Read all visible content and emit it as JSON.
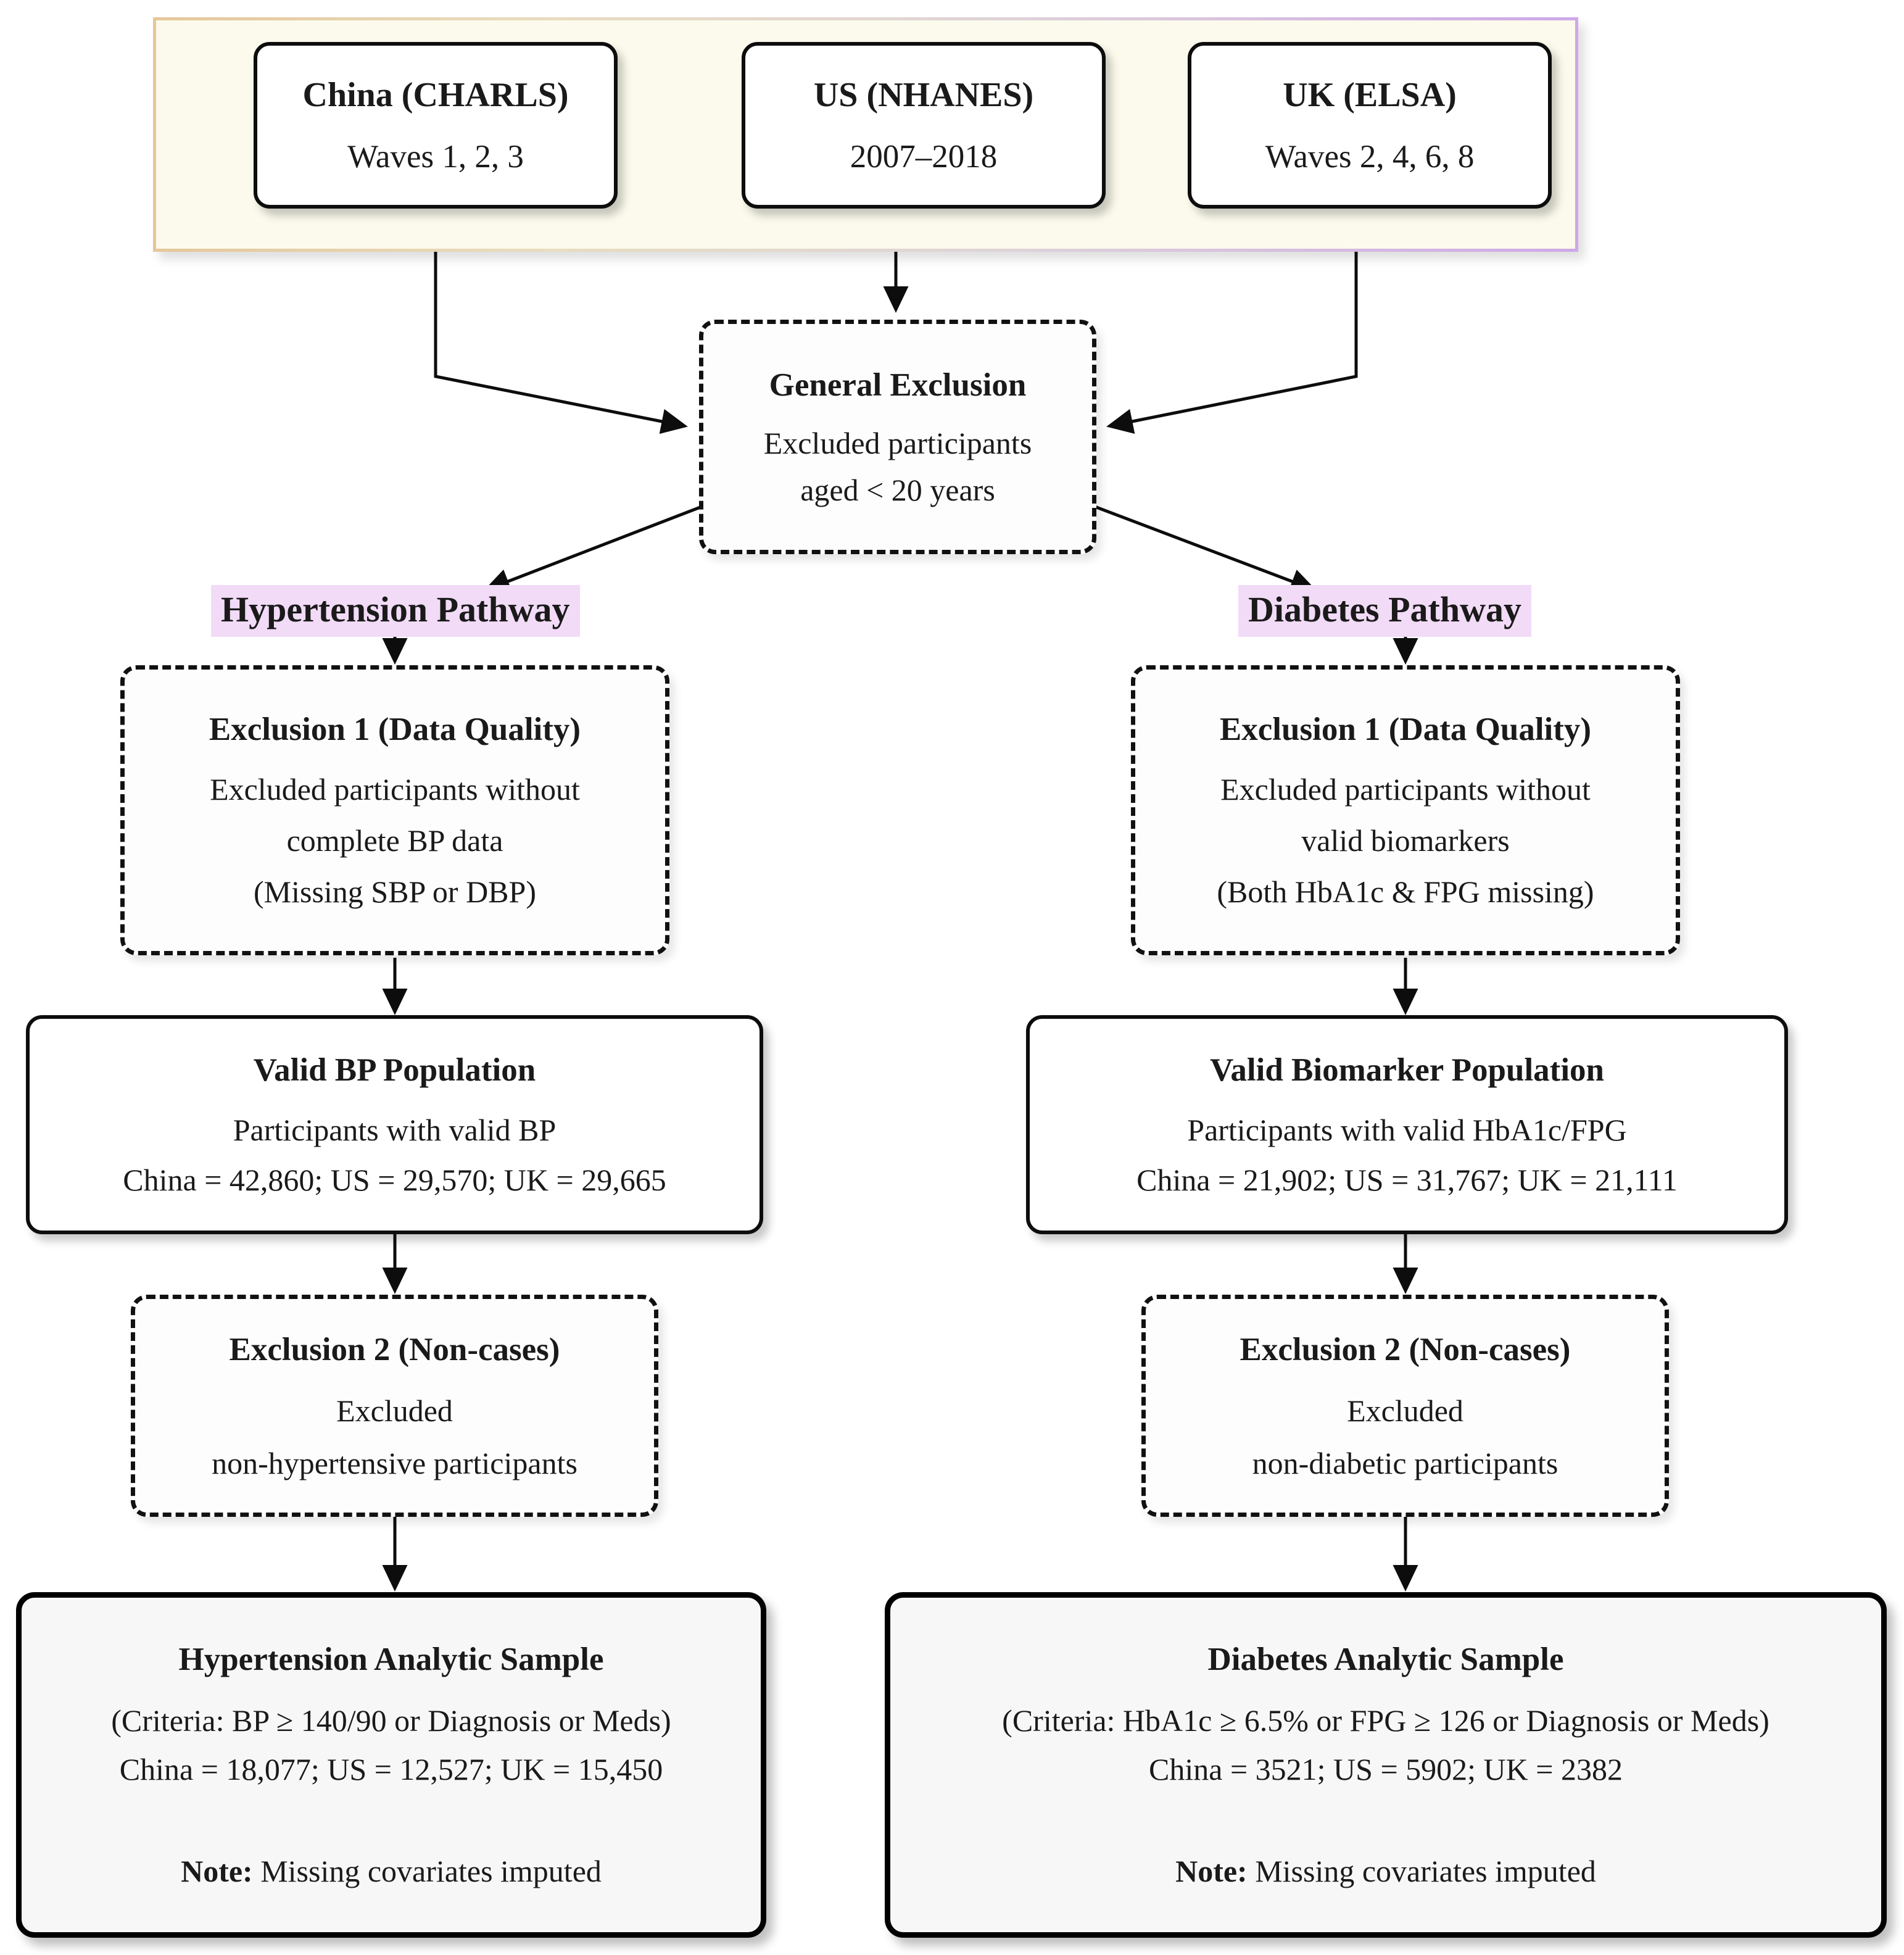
{
  "diagram": {
    "title": "Study participant flow diagram",
    "colors": {
      "band_fill": "#fbfaec",
      "band_border_left": "#e6c79a",
      "band_border_right": "#cfa8e8",
      "pathway_highlight": "#f2dbf7",
      "final_box_fill": "#f7f7f7",
      "stroke": "#111111"
    }
  },
  "sources": [
    {
      "title": "China (CHARLS)",
      "sub": "Waves 1, 2, 3"
    },
    {
      "title": "US (NHANES)",
      "sub": "2007–2018"
    },
    {
      "title": "UK (ELSA)",
      "sub": "Waves 2, 4, 6, 8"
    }
  ],
  "general_exclusion": {
    "title": "General Exclusion",
    "line1": "Excluded participants",
    "line2": "aged < 20 years"
  },
  "pathways": {
    "hypertension": {
      "label": "Hypertension Pathway",
      "exclusion1": {
        "title": "Exclusion 1 (Data Quality)",
        "line1": "Excluded participants without",
        "line2": "complete BP data",
        "line3": "(Missing SBP or DBP)"
      },
      "valid_population": {
        "title": "Valid BP Population",
        "line1": "Participants with valid BP",
        "counts": "China = 42,860; US = 29,570; UK = 29,665"
      },
      "exclusion2": {
        "title": "Exclusion 2 (Non-cases)",
        "line1": "Excluded",
        "line2": "non-hypertensive participants"
      },
      "analytic_sample": {
        "title": "Hypertension Analytic Sample",
        "criteria": "(Criteria: BP ≥ 140/90 or Diagnosis or Meds)",
        "counts": "China = 18,077; US = 12,527; UK = 15,450",
        "note_label": "Note:",
        "note_text": " Missing covariates imputed"
      }
    },
    "diabetes": {
      "label": "Diabetes Pathway",
      "exclusion1": {
        "title": "Exclusion 1 (Data Quality)",
        "line1": "Excluded participants without",
        "line2": "valid biomarkers",
        "line3": "(Both HbA1c & FPG missing)"
      },
      "valid_population": {
        "title": "Valid Biomarker Population",
        "line1": "Participants with valid HbA1c/FPG",
        "counts": "China = 21,902; US = 31,767; UK = 21,111"
      },
      "exclusion2": {
        "title": "Exclusion 2 (Non-cases)",
        "line1": "Excluded",
        "line2": "non-diabetic participants"
      },
      "analytic_sample": {
        "title": "Diabetes Analytic Sample",
        "criteria": "(Criteria: HbA1c ≥ 6.5% or FPG ≥ 126 or Diagnosis or Meds)",
        "counts": "China = 3521; US = 5902; UK = 2382",
        "note_label": "Note:",
        "note_text": " Missing covariates imputed"
      }
    }
  },
  "flow_data": {
    "type": "flowchart",
    "nodes": [
      {
        "id": "china",
        "label": "China (CHARLS) Waves 1, 2, 3",
        "shape": "rounded-solid"
      },
      {
        "id": "us",
        "label": "US (NHANES) 2007–2018",
        "shape": "rounded-solid"
      },
      {
        "id": "uk",
        "label": "UK (ELSA) Waves 2, 4, 6, 8",
        "shape": "rounded-solid"
      },
      {
        "id": "genexcl",
        "label": "General Exclusion",
        "shape": "rounded-dashed"
      },
      {
        "id": "ht-ex1",
        "label": "Exclusion 1 (Data Quality)",
        "shape": "rounded-dashed"
      },
      {
        "id": "ht-valid",
        "label": "Valid BP Population",
        "shape": "rounded-solid"
      },
      {
        "id": "ht-ex2",
        "label": "Exclusion 2 (Non-cases)",
        "shape": "rounded-dashed"
      },
      {
        "id": "ht-final",
        "label": "Hypertension Analytic Sample",
        "shape": "rounded-solid-heavy"
      },
      {
        "id": "db-ex1",
        "label": "Exclusion 1 (Data Quality)",
        "shape": "rounded-dashed"
      },
      {
        "id": "db-valid",
        "label": "Valid Biomarker Population",
        "shape": "rounded-solid"
      },
      {
        "id": "db-ex2",
        "label": "Exclusion 2 (Non-cases)",
        "shape": "rounded-dashed"
      },
      {
        "id": "db-final",
        "label": "Diabetes Analytic Sample",
        "shape": "rounded-solid-heavy"
      }
    ],
    "edges": [
      [
        "china",
        "genexcl"
      ],
      [
        "us",
        "genexcl"
      ],
      [
        "uk",
        "genexcl"
      ],
      [
        "genexcl",
        "ht-ex1"
      ],
      [
        "genexcl",
        "db-ex1"
      ],
      [
        "ht-ex1",
        "ht-valid"
      ],
      [
        "ht-valid",
        "ht-ex2"
      ],
      [
        "ht-ex2",
        "ht-final"
      ],
      [
        "db-ex1",
        "db-valid"
      ],
      [
        "db-valid",
        "db-ex2"
      ],
      [
        "db-ex2",
        "db-final"
      ]
    ]
  }
}
